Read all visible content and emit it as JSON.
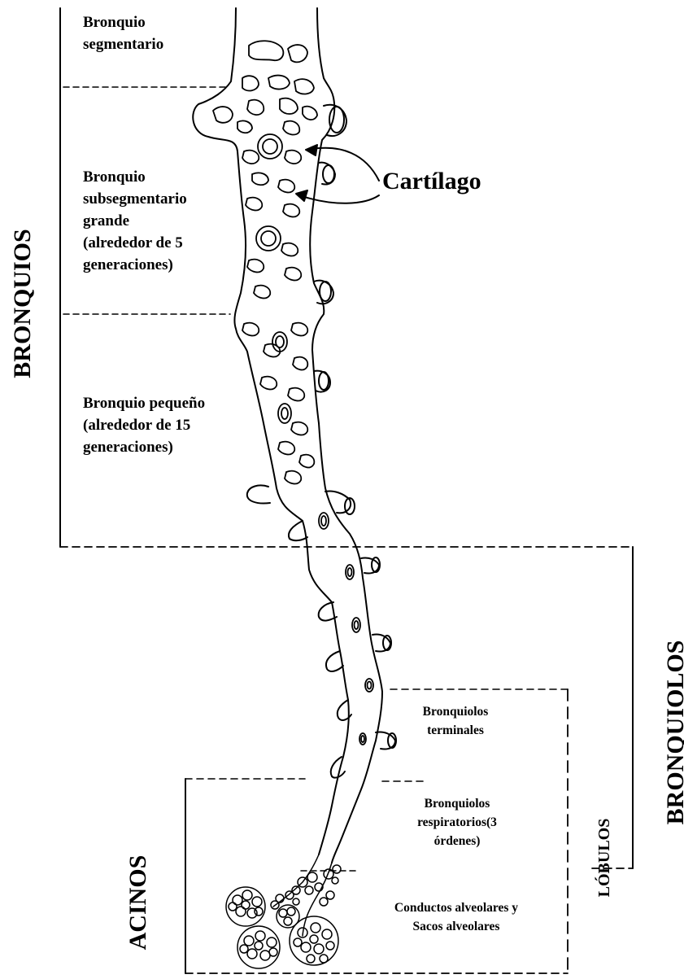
{
  "labels": {
    "bronquio_segmentario": [
      "Bronquio",
      "segmentario"
    ],
    "bronquio_subsegmentario": [
      "Bronquio",
      "subsegmentario",
      "grande",
      "(alrededor de 5",
      "generaciones)"
    ],
    "bronquio_pequeno": [
      "Bronquio pequeño",
      "(alrededor de 15",
      "generaciones)"
    ],
    "cartilago": "Cartílago",
    "bronquiolos_terminales": [
      "Bronquiolos",
      "terminales"
    ],
    "bronquiolos_respiratorios": [
      "Bronquiolos",
      "respiratorios(3",
      "órdenes)"
    ],
    "conductos_alveolares": [
      "Conductos alveolares y",
      "Sacos alveolares"
    ]
  },
  "side_labels": {
    "bronquios": "BRONQUIOS",
    "bronquiolos": "BRONQUIOLOS",
    "lobulos": "LÓBULOS",
    "acinos": "ACINOS"
  },
  "colors": {
    "ink": "#000000",
    "background": "#ffffff"
  }
}
